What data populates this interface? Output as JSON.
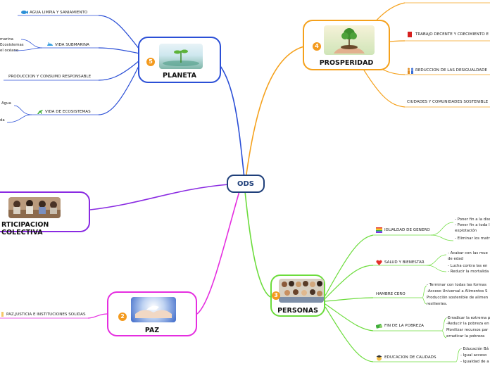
{
  "center": {
    "label": "ODS"
  },
  "branches": {
    "planeta": {
      "label": "PLANETA",
      "number": "5",
      "topics": [
        {
          "label": "AGUA LIMPIA Y SANIAMIENTO",
          "icon": "fish-icon"
        },
        {
          "label": "VIDA SUBMARINA",
          "icon": "whale-icon"
        },
        {
          "label": "PRODUCCION Y CONSUMO RESPONSABLE"
        },
        {
          "label": "VIDA DE ECOSISTEMAS",
          "icon": "dinosaur-icon"
        }
      ],
      "notes": {
        "submarina": [
          "marina",
          "Ecosistemas",
          "el océano"
        ],
        "ecosistemas": [
          "Agua",
          "da"
        ]
      }
    },
    "prosperidad": {
      "label": "PROSPERIDAD",
      "number": "4",
      "topics": [
        {
          "label": "TRABAJO DECENTE Y CRECIMIENTO E",
          "icon": "red-book-icon"
        },
        {
          "label": "REDUCCION DE LAS DESIGUALDADE",
          "icon": "people-icon"
        },
        {
          "label": "CIUDADES Y COMUNIDADES SOSTENIBLE"
        }
      ]
    },
    "participacion": {
      "label": "RTICIPACION COLECTIVA"
    },
    "paz": {
      "label": "PAZ",
      "number": "2",
      "topics": [
        {
          "label": "PAZ,JUSTICIA E INSTITUCIONES SOLIDAS"
        }
      ]
    },
    "personas": {
      "label": "PERSONAS",
      "number": "3",
      "topics": [
        {
          "label": "IGUALDAD DE GENERO",
          "icon": "rainbow-flag-icon",
          "notes": [
            "- Poner fin a la disc",
            "- Poner fin a toda l",
            "explotación",
            "- Eliminar los matr"
          ]
        },
        {
          "label": "SALUD Y BIENESTAR",
          "icon": "heart-icon",
          "notes": [
            "- Acabar con las mue",
            "de edad",
            "- Lucha contra las en",
            "- Reducir la mortalida"
          ]
        },
        {
          "label": "HAMBRE CERO",
          "notes": [
            "- Terminar con todas las formas",
            "-Acceso Universal a Alimentos S",
            "Producción sostenible de alimen",
            "resilientes."
          ]
        },
        {
          "label": "FIN DE LA POBREZA",
          "icon": "money-icon",
          "notes": [
            "-Erradicar la extrema p",
            "-Reducir la pobreza en",
            "Movilizar recursos par",
            "erradicar la pobreza"
          ]
        },
        {
          "label": "EDUCACION DE CALIDADS",
          "icon": "student-icon",
          "notes": [
            "- Educación Bá",
            "- Igual acceso",
            "- Igualdad de a"
          ]
        }
      ]
    }
  },
  "colors": {
    "planeta": "#2b4fd6",
    "prosperidad": "#f5a11c",
    "participacion": "#8a2be2",
    "paz": "#e52ee0",
    "personas": "#6cdc3c",
    "center": "#1f3f7a"
  }
}
